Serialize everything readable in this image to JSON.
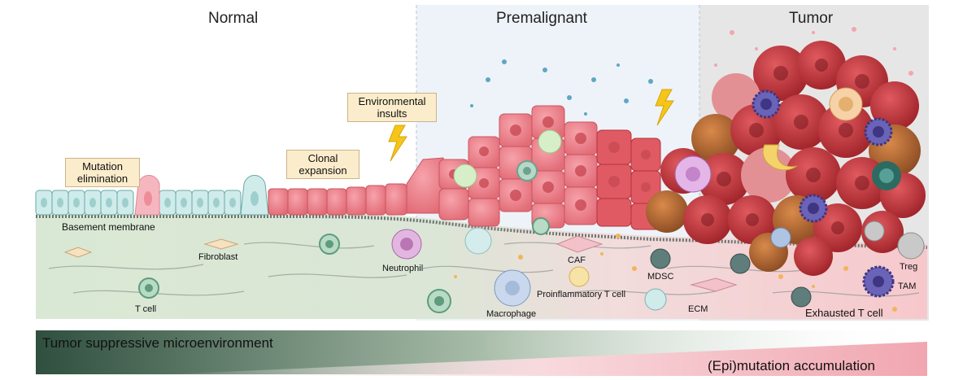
{
  "stages": {
    "normal": "Normal",
    "premalignant": "Premalignant",
    "tumor": "Tumor"
  },
  "callouts": {
    "environmental_insults": "Environmental insults",
    "clonal_expansion": "Clonal expansion",
    "mutation_elimination": "Mutation elimination"
  },
  "labels": {
    "basement_membrane": "Basement membrane",
    "fibroblast": "Fibroblast",
    "t_cell": "T cell",
    "neutrophil": "Neutrophil",
    "macrophage": "Macrophage",
    "caf": "CAF",
    "proinflammatory_t_cell": "Proinflammatory  T cell",
    "mdsc": "MDSC",
    "ecm": "ECM",
    "exhausted_t_cell": "Exhausted T cell",
    "treg": "Treg",
    "tam": "TAM"
  },
  "bars": {
    "suppressive": "Tumor suppressive microenvironment",
    "accumulation": "(Epi)mutation accumulation"
  },
  "colors": {
    "normal_stroma": "#d6e6d2",
    "premalignant_bg": "#eef3f9",
    "tumor_bg": "#e6e6e6",
    "normal_cell": "#cfeceb",
    "mutant_cell": "#f08a94",
    "tumor_cell": "#c8383f",
    "callout_fill": "#fbeccb",
    "lightning": "#f5c518",
    "suppressive_bar": "#2f4f3f",
    "accumulation_bar": "#f1a6b0"
  },
  "icons": [
    "lightning-icon",
    "lightning-icon"
  ]
}
